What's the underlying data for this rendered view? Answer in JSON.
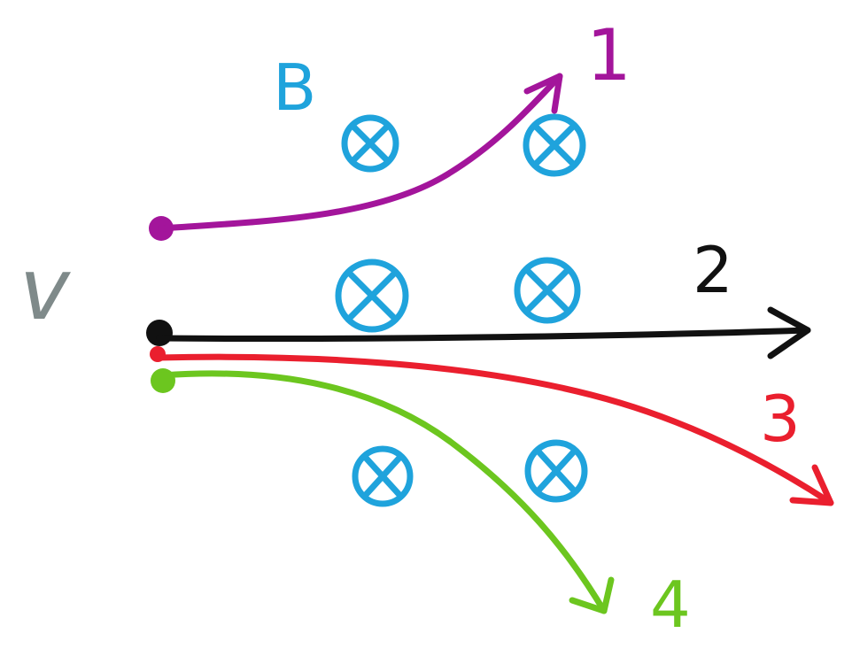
{
  "labels": {
    "field": "B",
    "velocity": "v",
    "path_1": "1",
    "path_2": "2",
    "path_3": "3",
    "path_4": "4"
  },
  "colors": {
    "background": "#ffffff",
    "field": "#1fa3dc",
    "velocity": "#7f8a8a",
    "path_1": "#a3159b",
    "path_2": "#111111",
    "path_3": "#ea1f2e",
    "path_4": "#6cc61f"
  },
  "field_symbol": "into-page-cross-circle",
  "field_symbol_count": 6,
  "paths": [
    {
      "id": "1",
      "color_key": "path_1",
      "direction": "curves-up"
    },
    {
      "id": "2",
      "color_key": "path_2",
      "direction": "straight"
    },
    {
      "id": "3",
      "color_key": "path_3",
      "direction": "curves-down-gently"
    },
    {
      "id": "4",
      "color_key": "path_4",
      "direction": "curves-down-sharply"
    }
  ]
}
